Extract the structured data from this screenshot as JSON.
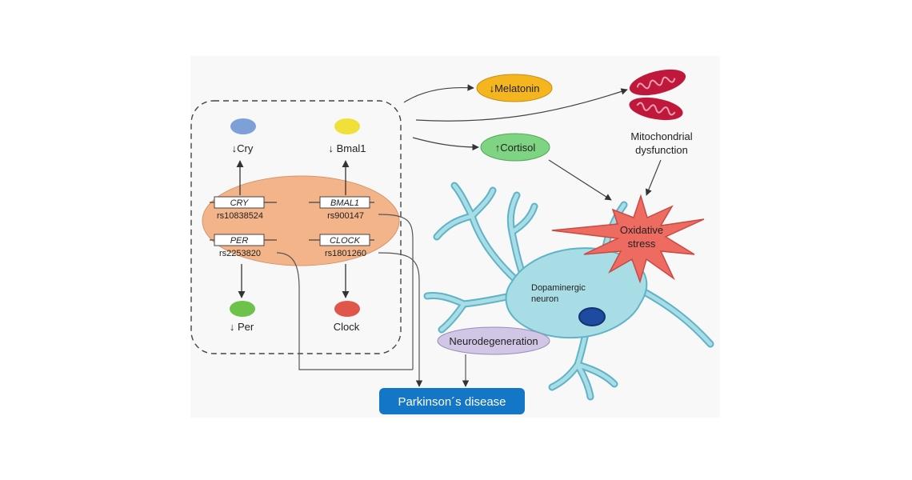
{
  "genes": {
    "cry": {
      "name": "CRY",
      "snp": "rs10838524"
    },
    "bmal1": {
      "name": "BMAL1",
      "snp": "rs900147"
    },
    "per": {
      "name": "PER",
      "snp": "rs2253820"
    },
    "clock": {
      "name": "CLOCK",
      "snp": "rs1801260"
    }
  },
  "products": {
    "cry": "↓Cry",
    "bmal1": "↓ Bmal1",
    "per": "↓ Per",
    "clock": "Clock"
  },
  "hormones": {
    "melatonin": "↓Melatonin",
    "cortisol": "↑Cortisol"
  },
  "mitochondria": {
    "line1": "Mitochondrial",
    "line2": "dysfunction"
  },
  "oxidative": {
    "line1": "Oxidative",
    "line2": "stress"
  },
  "neuron": {
    "line1": "Dopaminergic",
    "line2": "neuron"
  },
  "neurodegeneration": "Neurodegeneration",
  "parkinsons": "Parkinson´s disease",
  "colors": {
    "cry_oval": "#7ea0d8",
    "bmal1_oval": "#f2e03a",
    "per_oval": "#6cc24a",
    "clock_oval": "#e0564a",
    "gene_blob": "#f3b48a",
    "melatonin": "#f5b51f",
    "cortisol": "#7fd483",
    "neurodegeneration": "#d2c6e6",
    "parkinsons": "#1476c6",
    "neuron": "#a8dde6",
    "neuron_edge": "#5fb3c8",
    "nucleus": "#1e4aa0",
    "mitochondria": "#c0183a",
    "oxidative": "#ee6b62"
  }
}
